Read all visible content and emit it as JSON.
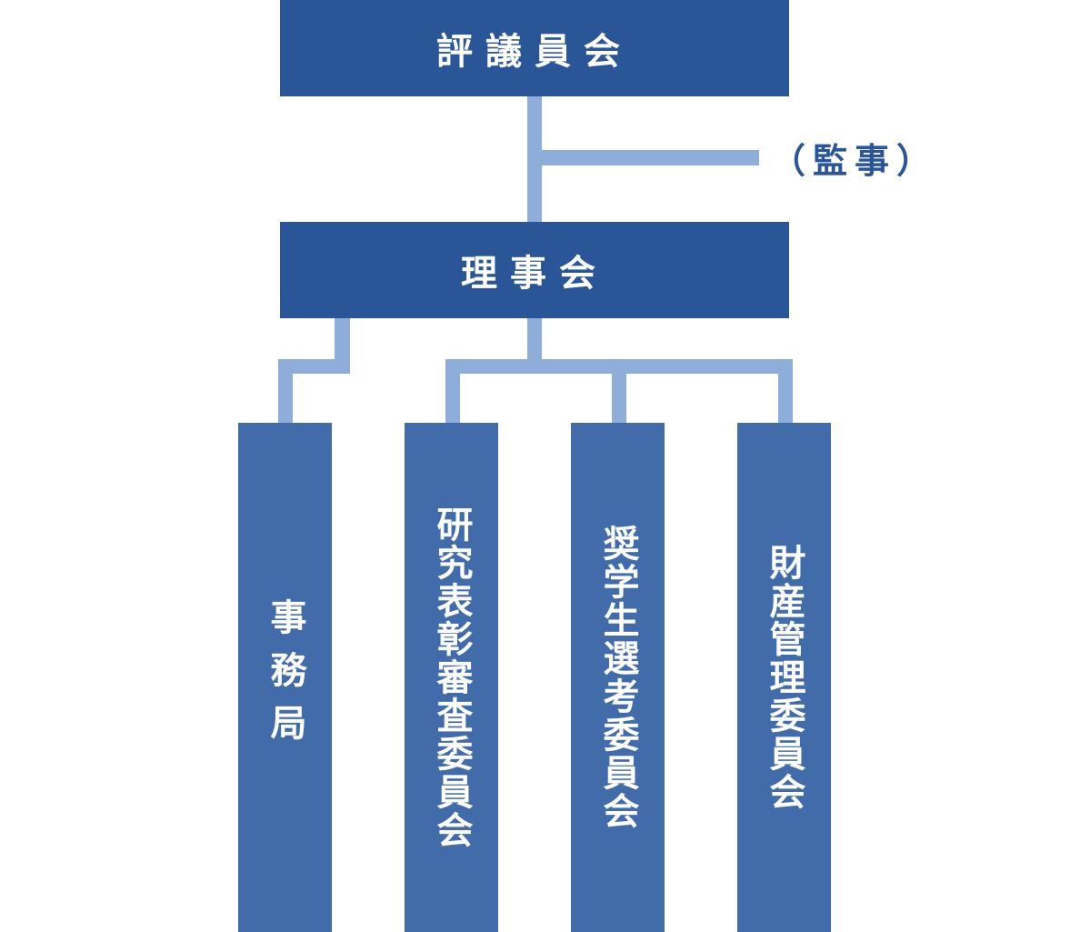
{
  "council": "評議員会",
  "auditor": "（監事）",
  "board": "理事会",
  "units": [
    "事務局",
    "研究表彰審査委員会",
    "奨学生選考委員会",
    "財産管理委員会"
  ],
  "colors": {
    "top_box": "#2a5697",
    "unit_box": "#416ca9",
    "connector": "#8fadd9"
  }
}
